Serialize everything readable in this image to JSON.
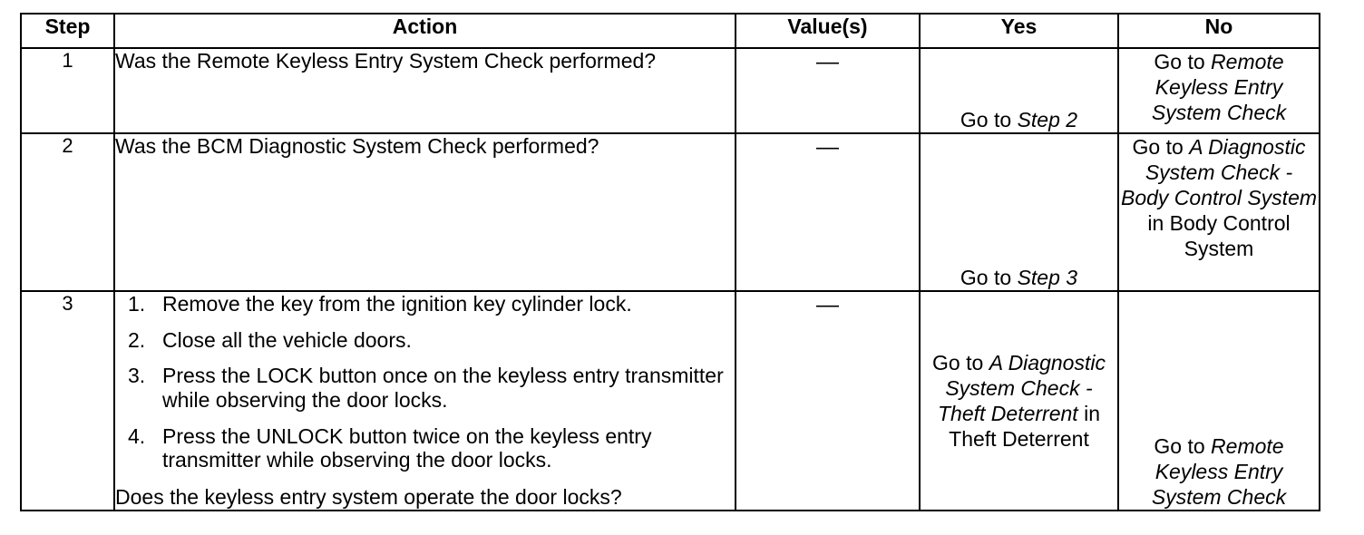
{
  "table": {
    "columns": [
      {
        "key": "step",
        "label": "Step"
      },
      {
        "key": "action",
        "label": "Action"
      },
      {
        "key": "value",
        "label": "Value(s)"
      },
      {
        "key": "yes",
        "label": "Yes"
      },
      {
        "key": "no",
        "label": "No"
      }
    ],
    "dash": "—",
    "rows": [
      {
        "step": "1",
        "action": {
          "question": "Was the Remote Keyless Entry System Check performed?"
        },
        "value": "—",
        "yes": {
          "prefix": "Go to ",
          "target": "Step 2",
          "suffix": ""
        },
        "no": {
          "prefix": "Go to ",
          "target": "Remote Keyless Entry System Check",
          "suffix": ""
        }
      },
      {
        "step": "2",
        "action": {
          "question": "Was the BCM Diagnostic System Check performed?"
        },
        "value": "—",
        "yes": {
          "prefix": "Go to ",
          "target": "Step 3",
          "suffix": ""
        },
        "no": {
          "prefix": "Go to ",
          "target": "A Diagnostic System Check - Body Control System",
          "suffix": " in Body Control System"
        }
      },
      {
        "step": "3",
        "action": {
          "items": [
            {
              "num": "1.",
              "text": "Remove the key from the ignition key cylinder lock."
            },
            {
              "num": "2.",
              "text": "Close all the vehicle doors."
            },
            {
              "num": "3.",
              "text": "Press the LOCK button once on the keyless entry transmitter while observing the door locks."
            },
            {
              "num": "4.",
              "text": "Press the UNLOCK button twice on the keyless entry transmitter while observing the door locks."
            }
          ],
          "closing": "Does the keyless entry system operate the door locks?"
        },
        "value": "—",
        "yes": {
          "prefix": "Go to ",
          "target": "A Diagnostic System Check - Theft Deterrent",
          "suffix": " in Theft Deterrent"
        },
        "no": {
          "prefix": "Go to ",
          "target": "Remote Keyless Entry System Check",
          "suffix": ""
        }
      }
    ]
  },
  "colors": {
    "border": "#000000",
    "text": "#000000",
    "background": "#ffffff"
  }
}
